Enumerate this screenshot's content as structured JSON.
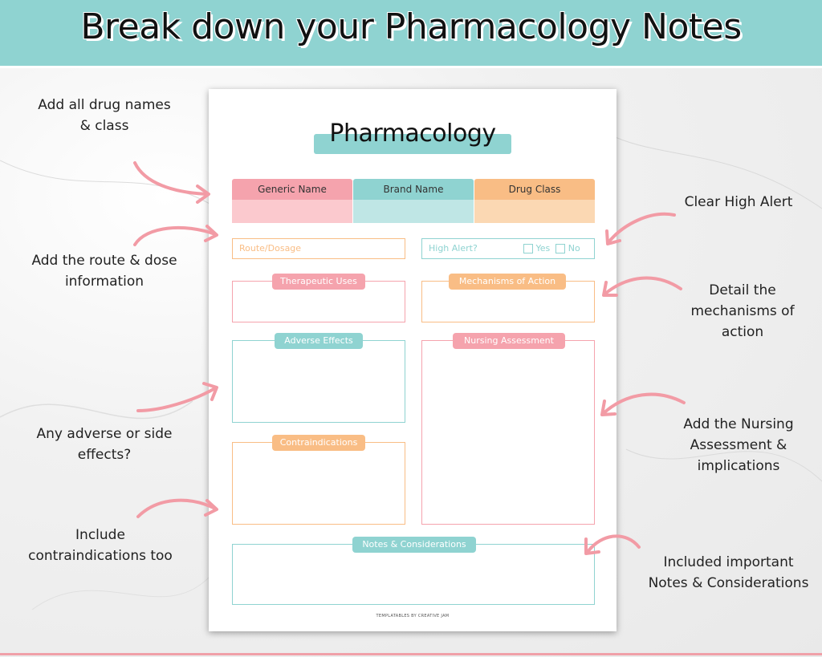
{
  "banner": {
    "title": "Break down your Pharmacology Notes"
  },
  "sheet": {
    "title": "Pharmacology",
    "headers": {
      "generic": "Generic Name",
      "brand": "Brand Name",
      "class": "Drug Class"
    },
    "route_label": "Route/Dosage",
    "high_alert": {
      "label": "High Alert?",
      "yes": "Yes",
      "no": "No"
    },
    "sections": {
      "therapeutic": "Therapeutic Uses",
      "mechanisms": "Mechanisms of Action",
      "adverse": "Adverse Effects",
      "nursing": "Nursing Assessment",
      "contra": "Contraindications",
      "notes": "Notes & Considerations"
    },
    "footer": "TEMPLATABLES BY CREATIVE JAM"
  },
  "annotations": {
    "left": [
      "Add all drug names & class",
      "Add the route & dose information",
      "Any adverse or side effects?",
      "Include contraindications too"
    ],
    "right": [
      "Clear High Alert",
      "Detail the mechanisms of action",
      "Add the Nursing Assessment & implications",
      "Included important Notes & Considerations"
    ]
  },
  "colors": {
    "teal": "#8fd3d1",
    "pink": "#f5a3ad",
    "orange": "#f9bd85",
    "arrow": "#f29ba5"
  }
}
